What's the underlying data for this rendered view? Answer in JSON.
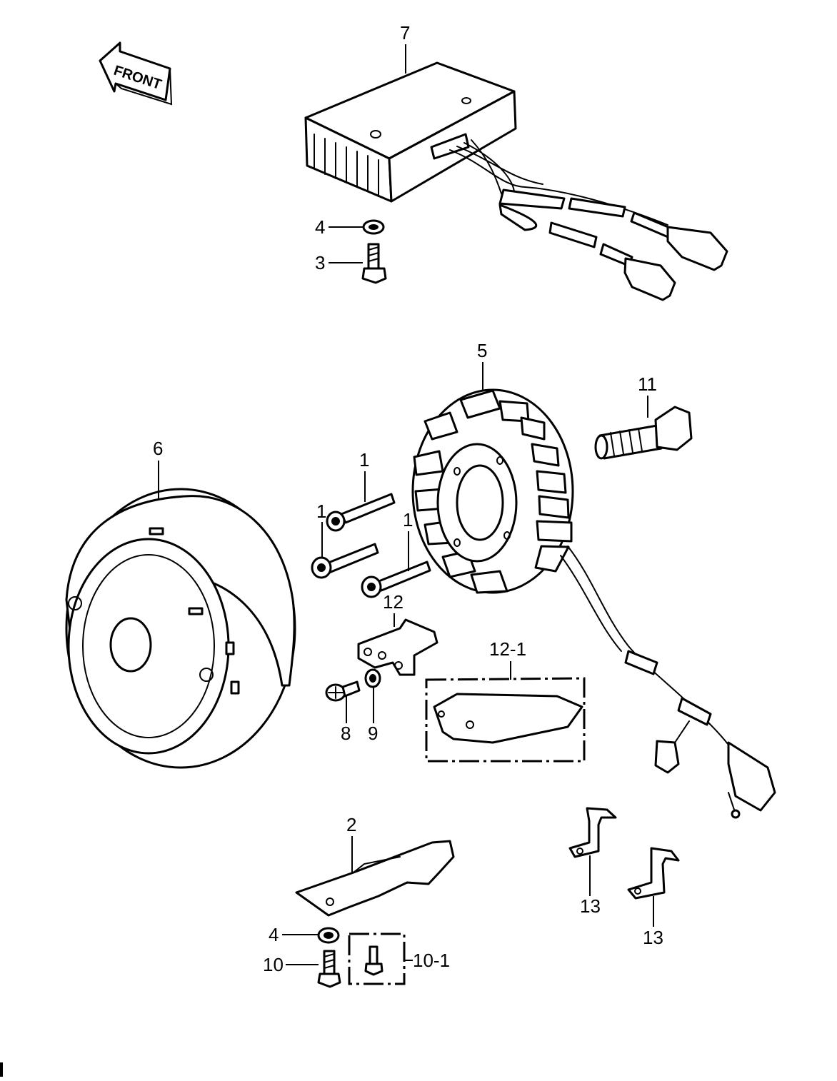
{
  "direction_arrow": {
    "text": "FRONT",
    "icon": "front-arrow-icon"
  },
  "callouts": [
    {
      "id": "part-7",
      "text": "7"
    },
    {
      "id": "part-4-upper",
      "text": "4"
    },
    {
      "id": "part-3",
      "text": "3"
    },
    {
      "id": "part-5",
      "text": "5"
    },
    {
      "id": "part-11",
      "text": "11"
    },
    {
      "id": "part-6",
      "text": "6"
    },
    {
      "id": "part-1-a",
      "text": "1"
    },
    {
      "id": "part-1-b",
      "text": "1"
    },
    {
      "id": "part-1-c",
      "text": "1"
    },
    {
      "id": "part-12",
      "text": "12"
    },
    {
      "id": "part-12-1",
      "text": "12-1"
    },
    {
      "id": "part-8",
      "text": "8"
    },
    {
      "id": "part-9",
      "text": "9"
    },
    {
      "id": "part-2",
      "text": "2"
    },
    {
      "id": "part-13-a",
      "text": "13"
    },
    {
      "id": "part-13-b",
      "text": "13"
    },
    {
      "id": "part-4-lower",
      "text": "4"
    },
    {
      "id": "part-10",
      "text": "10"
    },
    {
      "id": "part-10-1",
      "text": "10-1"
    }
  ],
  "colors": {
    "ink": "#000000",
    "paper": "#ffffff"
  }
}
